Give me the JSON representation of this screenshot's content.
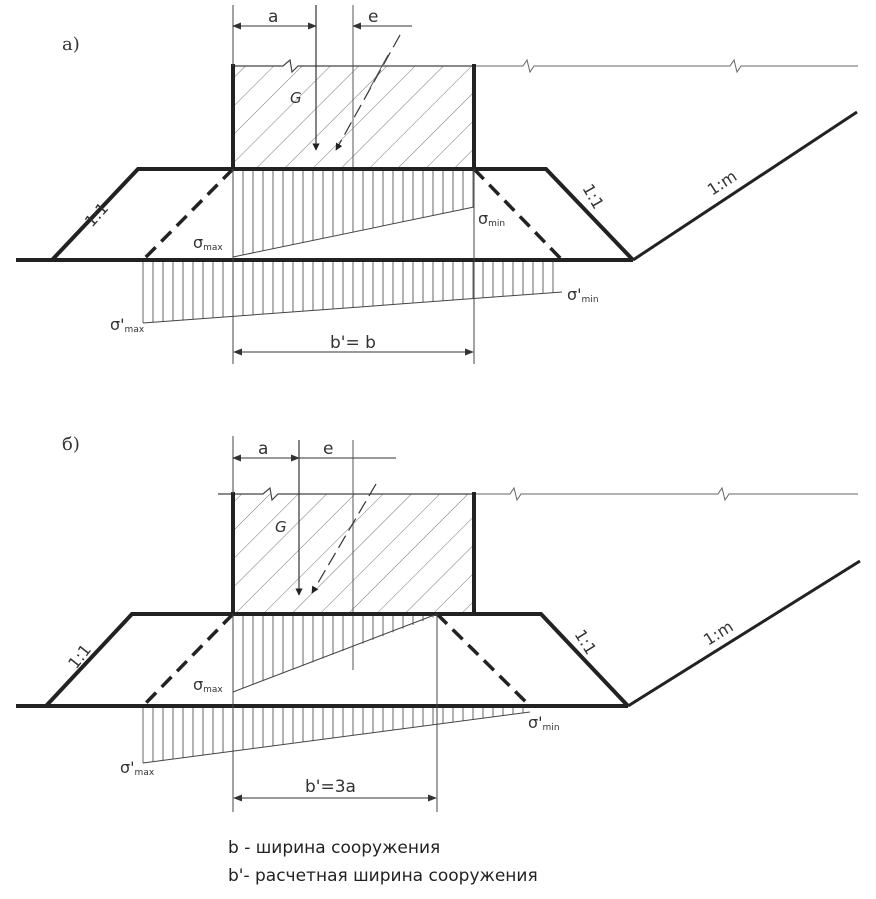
{
  "labels": {
    "a": "a",
    "e": "e",
    "G": "G",
    "slope": "1:1",
    "slope_m": "1:m",
    "sigma": "σ",
    "sigma_prime": "σ'",
    "max": "max",
    "min": "min"
  },
  "panels": [
    {
      "letter": "а)",
      "width_label": "b'= b"
    },
    {
      "letter": "б)",
      "width_label": "b'=3a"
    }
  ],
  "legend": [
    "b - ширина сооружения",
    "b'- расчетная ширина сооружения"
  ],
  "colors": {
    "ink": "#2b2b2b",
    "thin": "#555555"
  }
}
